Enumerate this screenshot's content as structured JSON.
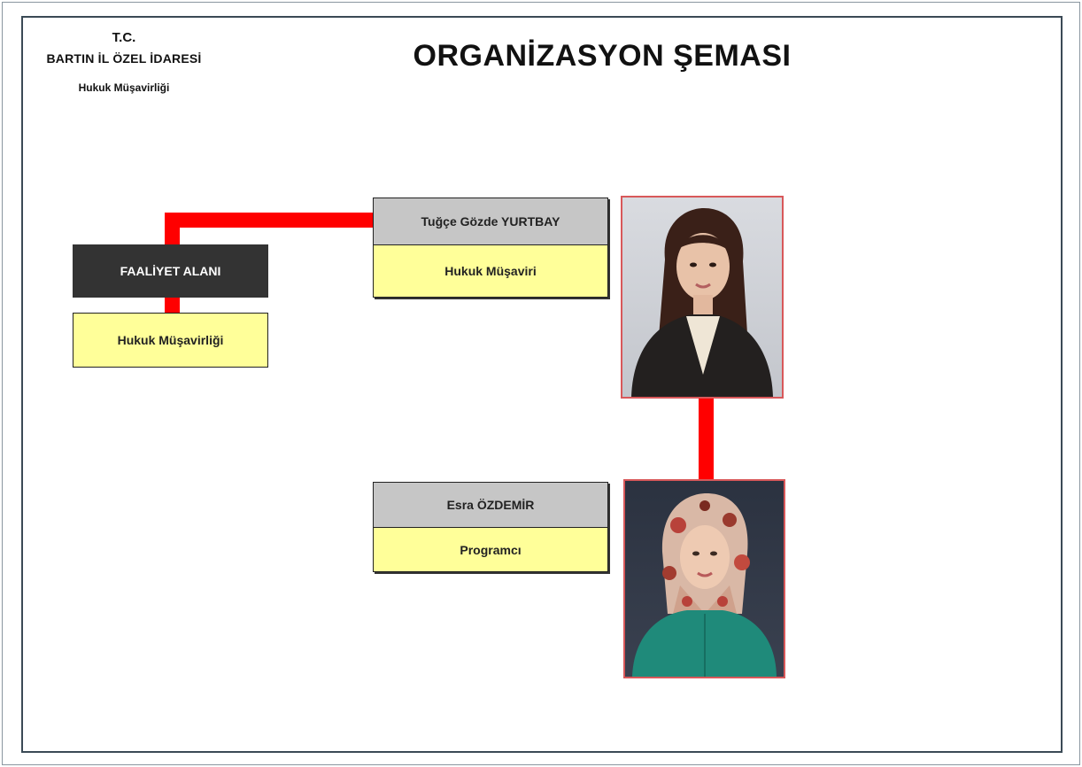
{
  "header": {
    "tc": "T.C.",
    "organization": "BARTIN İL ÖZEL İDARESİ",
    "department": "Hukuk Müşavirliği"
  },
  "title": "ORGANİZASYON ŞEMASI",
  "colors": {
    "connector": "#ff0000",
    "dark_box": "#333333",
    "name_box": "#c6c6c6",
    "role_box": "#ffff99"
  },
  "activity": {
    "heading": "FAALİYET ALANI",
    "value": "Hukuk Müşavirliği"
  },
  "people": [
    {
      "name": "Tuğçe Gözde YURTBAY",
      "role": "Hukuk Müşaviri",
      "photo": "portrait-woman-dark-jacket"
    },
    {
      "name": "Esra ÖZDEMİR",
      "role": "Programcı",
      "photo": "portrait-woman-headscarf-green-top"
    }
  ]
}
